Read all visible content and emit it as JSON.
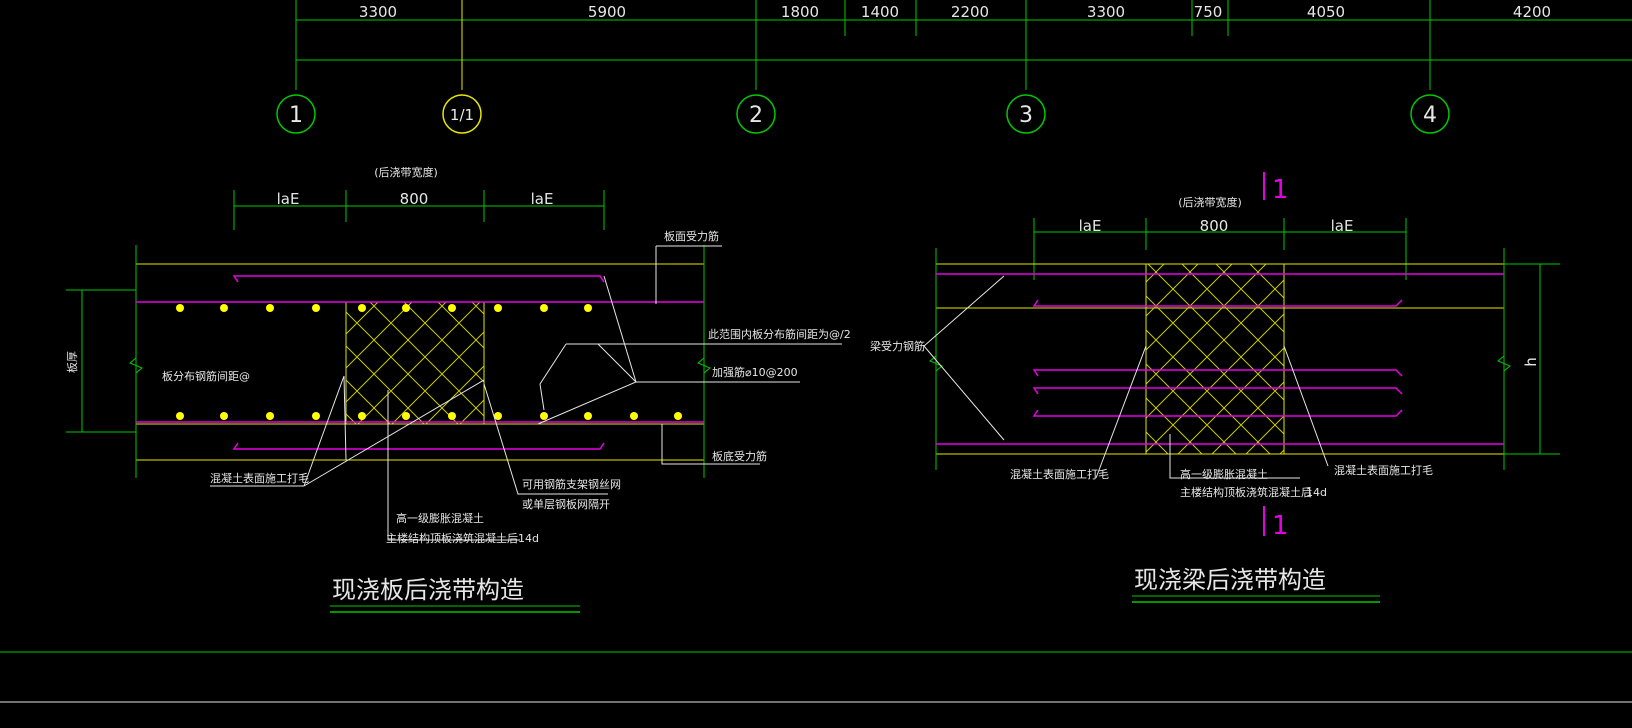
{
  "colors": {
    "green": "#00c800",
    "yellow": "#e6e600",
    "magenta": "#e600e6",
    "white": "#e6e6e6",
    "hatch": "#c8c800"
  },
  "top_dimensions": [
    "3300",
    "5900",
    "1800",
    "1400",
    "2200",
    "3300",
    "750",
    "4050",
    "4200"
  ],
  "axes": [
    "1",
    "1/1",
    "2",
    "3",
    "4"
  ],
  "slab": {
    "title": "现浇板后浇带构造",
    "note_top": "(后浇带宽度)",
    "dim_left": "laE",
    "dim_mid": "800",
    "dim_right": "laE",
    "label_top_bar": "板面受力筋",
    "label_spacing": "此范围内板分布筋间距为@/2",
    "label_add_bar": "加强筋⌀10@200",
    "label_bottom_bar": "板底受力筋",
    "label_thickness": "板厚",
    "label_dist_bar": "板分布钢筋间距@",
    "label_rough": "混凝土表面施工打毛",
    "label_mesh_1": "可用钢筋支架钢丝网",
    "label_mesh_2": "或单层钢板网隔开",
    "label_concrete_1": "高一级膨胀混凝土",
    "label_concrete_2": "主楼结构顶板浇筑混凝土后14d"
  },
  "beam": {
    "title": "现浇梁后浇带构造",
    "section_top": "1",
    "section_bottom": "1",
    "note_top": "(后浇带宽度)",
    "dim_left": "laE",
    "dim_mid": "800",
    "dim_right": "laE",
    "label_main_bar": "梁受力钢筋",
    "label_height": "h",
    "label_rough_left": "混凝土表面施工打毛",
    "label_rough_right": "混凝土表面施工打毛",
    "label_concrete_1": "高一级膨胀混凝土",
    "label_concrete_2": "主楼结构顶板浇筑混凝土后",
    "label_concrete_3": "14d"
  }
}
